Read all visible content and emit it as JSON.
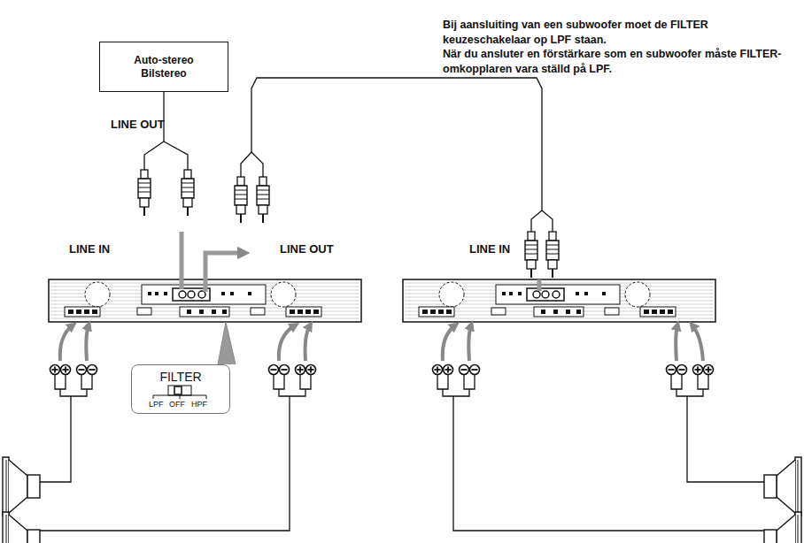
{
  "diagram": {
    "nodes": [
      {
        "text": [
          "Auto-stereo",
          "Bilstereo"
        ]
      },
      {
        "text": [
          "FILTER",
          "LPF",
          "OFF",
          "HPF"
        ]
      }
    ],
    "labels": [
      "Bij aansluiting van een subwoofer moet de FILTER keuzeschakelaar op LPF staan.",
      "När du ansluter en förstärkare som en subwoofer måste FILTER-omkopplaren vara ställd på LPF.",
      "LINE OUT",
      "LINE IN",
      "LINE OUT",
      "LINE IN"
    ]
  }
}
